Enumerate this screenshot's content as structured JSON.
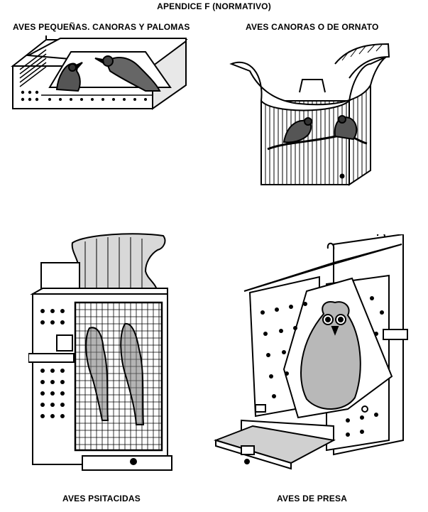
{
  "document": {
    "title": "APENDICE F (NORMATIVO)",
    "panels": [
      {
        "caption": "AVES PEQUEÑAS. CANORAS Y PALOMAS",
        "illustration": "small-bird-travel-box"
      },
      {
        "caption": "AVES CANORAS O DE ORNATO",
        "illustration": "songbird-cage-with-cover"
      },
      {
        "caption": "AVES PSITACIDAS",
        "illustration": "parrot-crate"
      },
      {
        "caption": "AVES DE PRESA",
        "illustration": "bird-of-prey-crate"
      }
    ]
  },
  "colors": {
    "ink": "#000000",
    "paper": "#ffffff"
  }
}
